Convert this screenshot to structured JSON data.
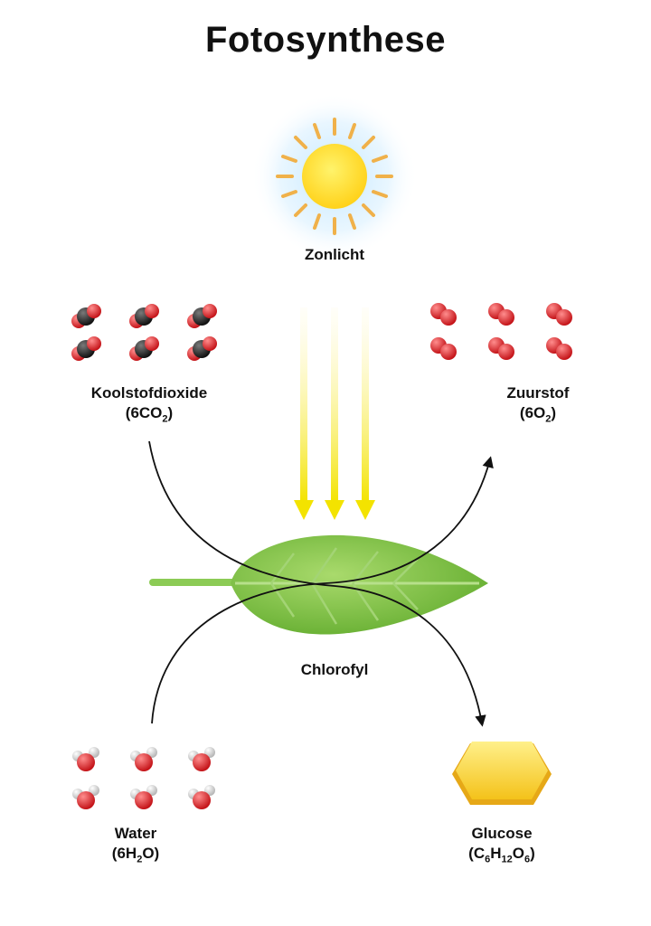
{
  "title": "Fotosynthese",
  "labels": {
    "sunlight": "Zonlicht",
    "chlorophyll": "Chlorofyl",
    "co2": {
      "name": "Koolstofdioxide",
      "formula": [
        {
          "t": "(6CO"
        },
        {
          "s": "2"
        },
        {
          "t": ")"
        }
      ]
    },
    "o2": {
      "name": "Zuurstof",
      "formula": [
        {
          "t": "(6O"
        },
        {
          "s": "2"
        },
        {
          "t": ")"
        }
      ]
    },
    "water": {
      "name": "Water",
      "formula": [
        {
          "t": "(6H"
        },
        {
          "s": "2"
        },
        {
          "t": "O)"
        }
      ]
    },
    "glucose": {
      "name": "Glucose",
      "formula": [
        {
          "t": "(C"
        },
        {
          "s": "6"
        },
        {
          "t": "H"
        },
        {
          "s": "12"
        },
        {
          "t": "O"
        },
        {
          "s": "6"
        },
        {
          "t": ")"
        }
      ]
    }
  },
  "colors": {
    "oxygen": "#e0262b",
    "carbon": "#2b2b2b",
    "hydrogen": "#dcdcdc",
    "sun": "#ffd21a",
    "sun_rays": "#f0b14a",
    "beam": "#f3e300",
    "leaf": "#7cc142",
    "glucose": "#f6cc2e",
    "arrow": "#111111"
  },
  "molecule_counts": {
    "co2": 6,
    "o2": 6,
    "water": 6
  }
}
